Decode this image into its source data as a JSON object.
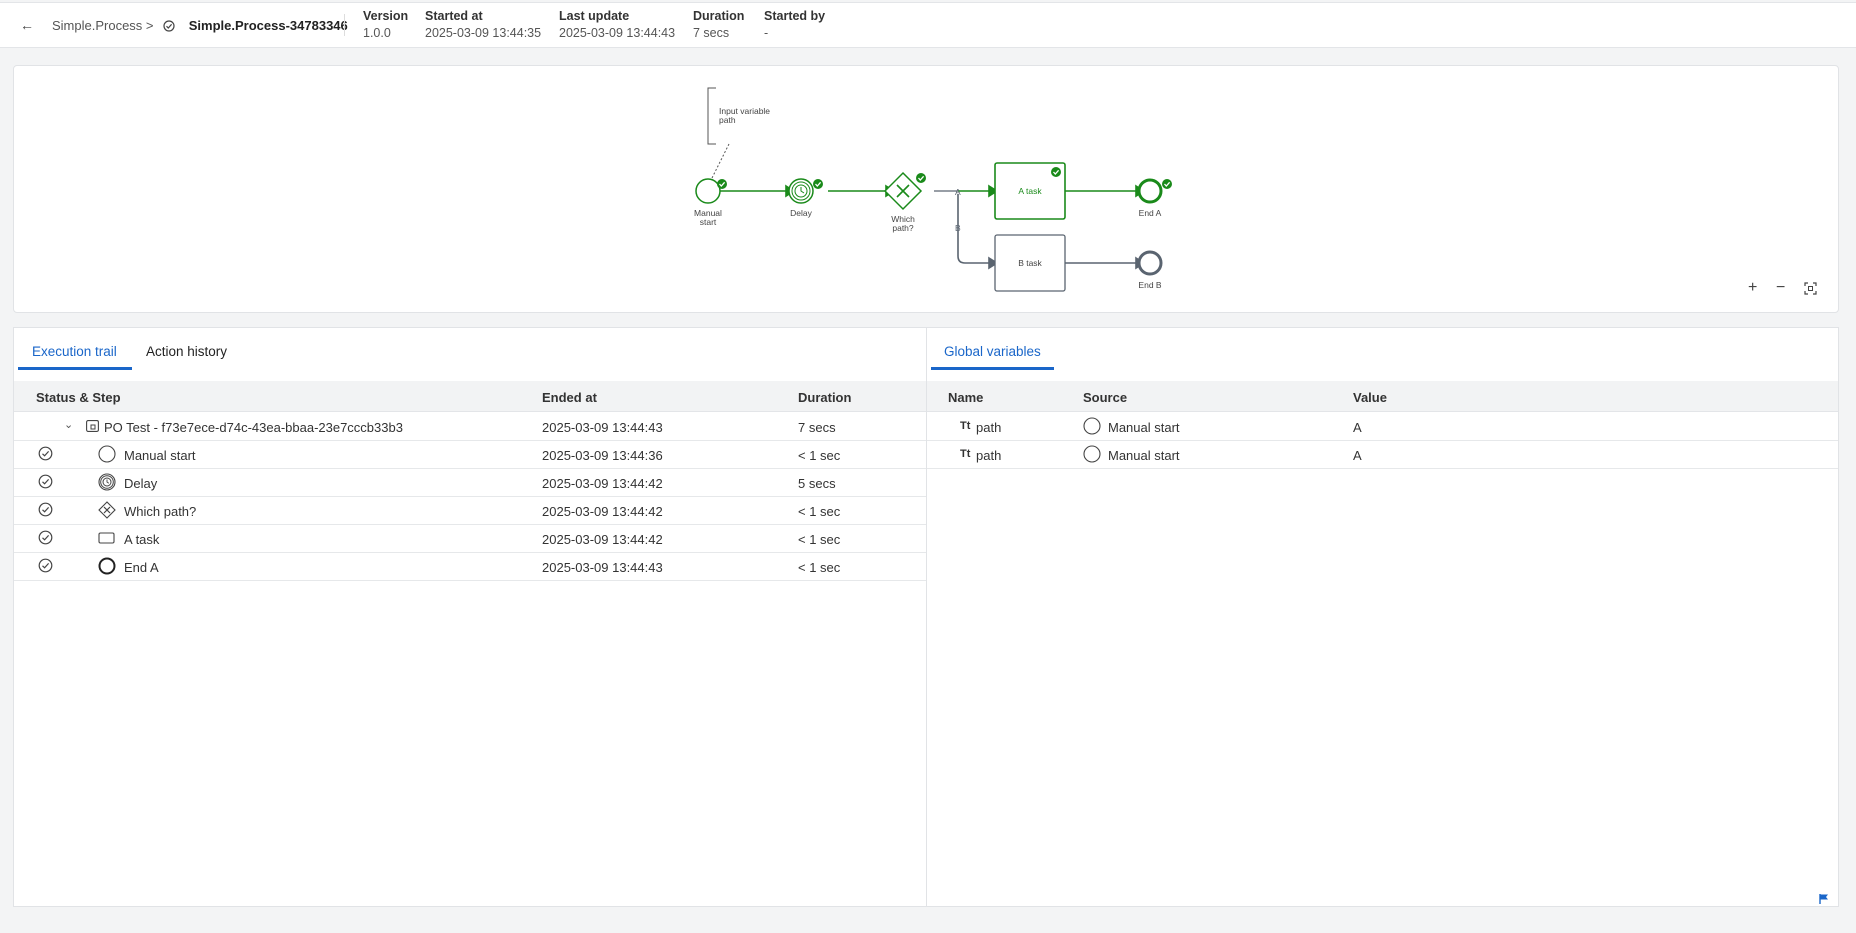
{
  "header": {
    "back_icon": "arrow-left-icon",
    "breadcrumb_parent": "Simple.Process >",
    "instance_name": "Simple.Process-34783346",
    "meta": [
      {
        "label": "Version",
        "value": "1.0.0"
      },
      {
        "label": "Started at",
        "value": "2025-03-09 13:44:35"
      },
      {
        "label": "Last update",
        "value": "2025-03-09 13:44:43"
      },
      {
        "label": "Duration",
        "value": "7 secs"
      },
      {
        "label": "Started by",
        "value": "-"
      }
    ]
  },
  "diagram": {
    "annotation": [
      "Input variable",
      "path"
    ],
    "nodes": {
      "manual_start": [
        "Manual",
        "start"
      ],
      "delay": "Delay",
      "gateway": [
        "Which",
        "path?"
      ],
      "a_task": "A task",
      "b_task": "B task",
      "end_a": "End A",
      "end_b": "End B"
    },
    "flow_labels": {
      "a": "A",
      "b": "B"
    },
    "zoom_in": "+",
    "zoom_out": "−",
    "fit_icon": "fit-screen-icon",
    "colors": {
      "completed": "#1a8a1a",
      "pending": "#5a6470"
    }
  },
  "execution": {
    "tabs": [
      "Execution trail",
      "Action history"
    ],
    "columns": [
      "Status & Step",
      "Ended at",
      "Duration"
    ],
    "parent_row": {
      "name": "PO Test - f73e7ece-d74c-43ea-bbaa-23e7cccb33b3",
      "ended_at": "2025-03-09 13:44:43",
      "duration": "7 secs"
    },
    "rows": [
      {
        "icon": "start-event-icon",
        "name": "Manual start",
        "ended_at": "2025-03-09 13:44:36",
        "duration": "< 1 sec"
      },
      {
        "icon": "timer-event-icon",
        "name": "Delay",
        "ended_at": "2025-03-09 13:44:42",
        "duration": "5 secs"
      },
      {
        "icon": "gateway-icon",
        "name": "Which path?",
        "ended_at": "2025-03-09 13:44:42",
        "duration": "< 1 sec"
      },
      {
        "icon": "task-icon",
        "name": "A task",
        "ended_at": "2025-03-09 13:44:42",
        "duration": "< 1 sec"
      },
      {
        "icon": "end-event-icon",
        "name": "End A",
        "ended_at": "2025-03-09 13:44:43",
        "duration": "< 1 sec"
      }
    ]
  },
  "variables": {
    "tab": "Global variables",
    "columns": [
      "Name",
      "Source",
      "Value"
    ],
    "rows": [
      {
        "type_icon": "Tt",
        "name": "path",
        "source": "Manual start",
        "value": "A"
      },
      {
        "type_icon": "Tt",
        "name": "path",
        "source": "Manual start",
        "value": "A"
      }
    ]
  }
}
